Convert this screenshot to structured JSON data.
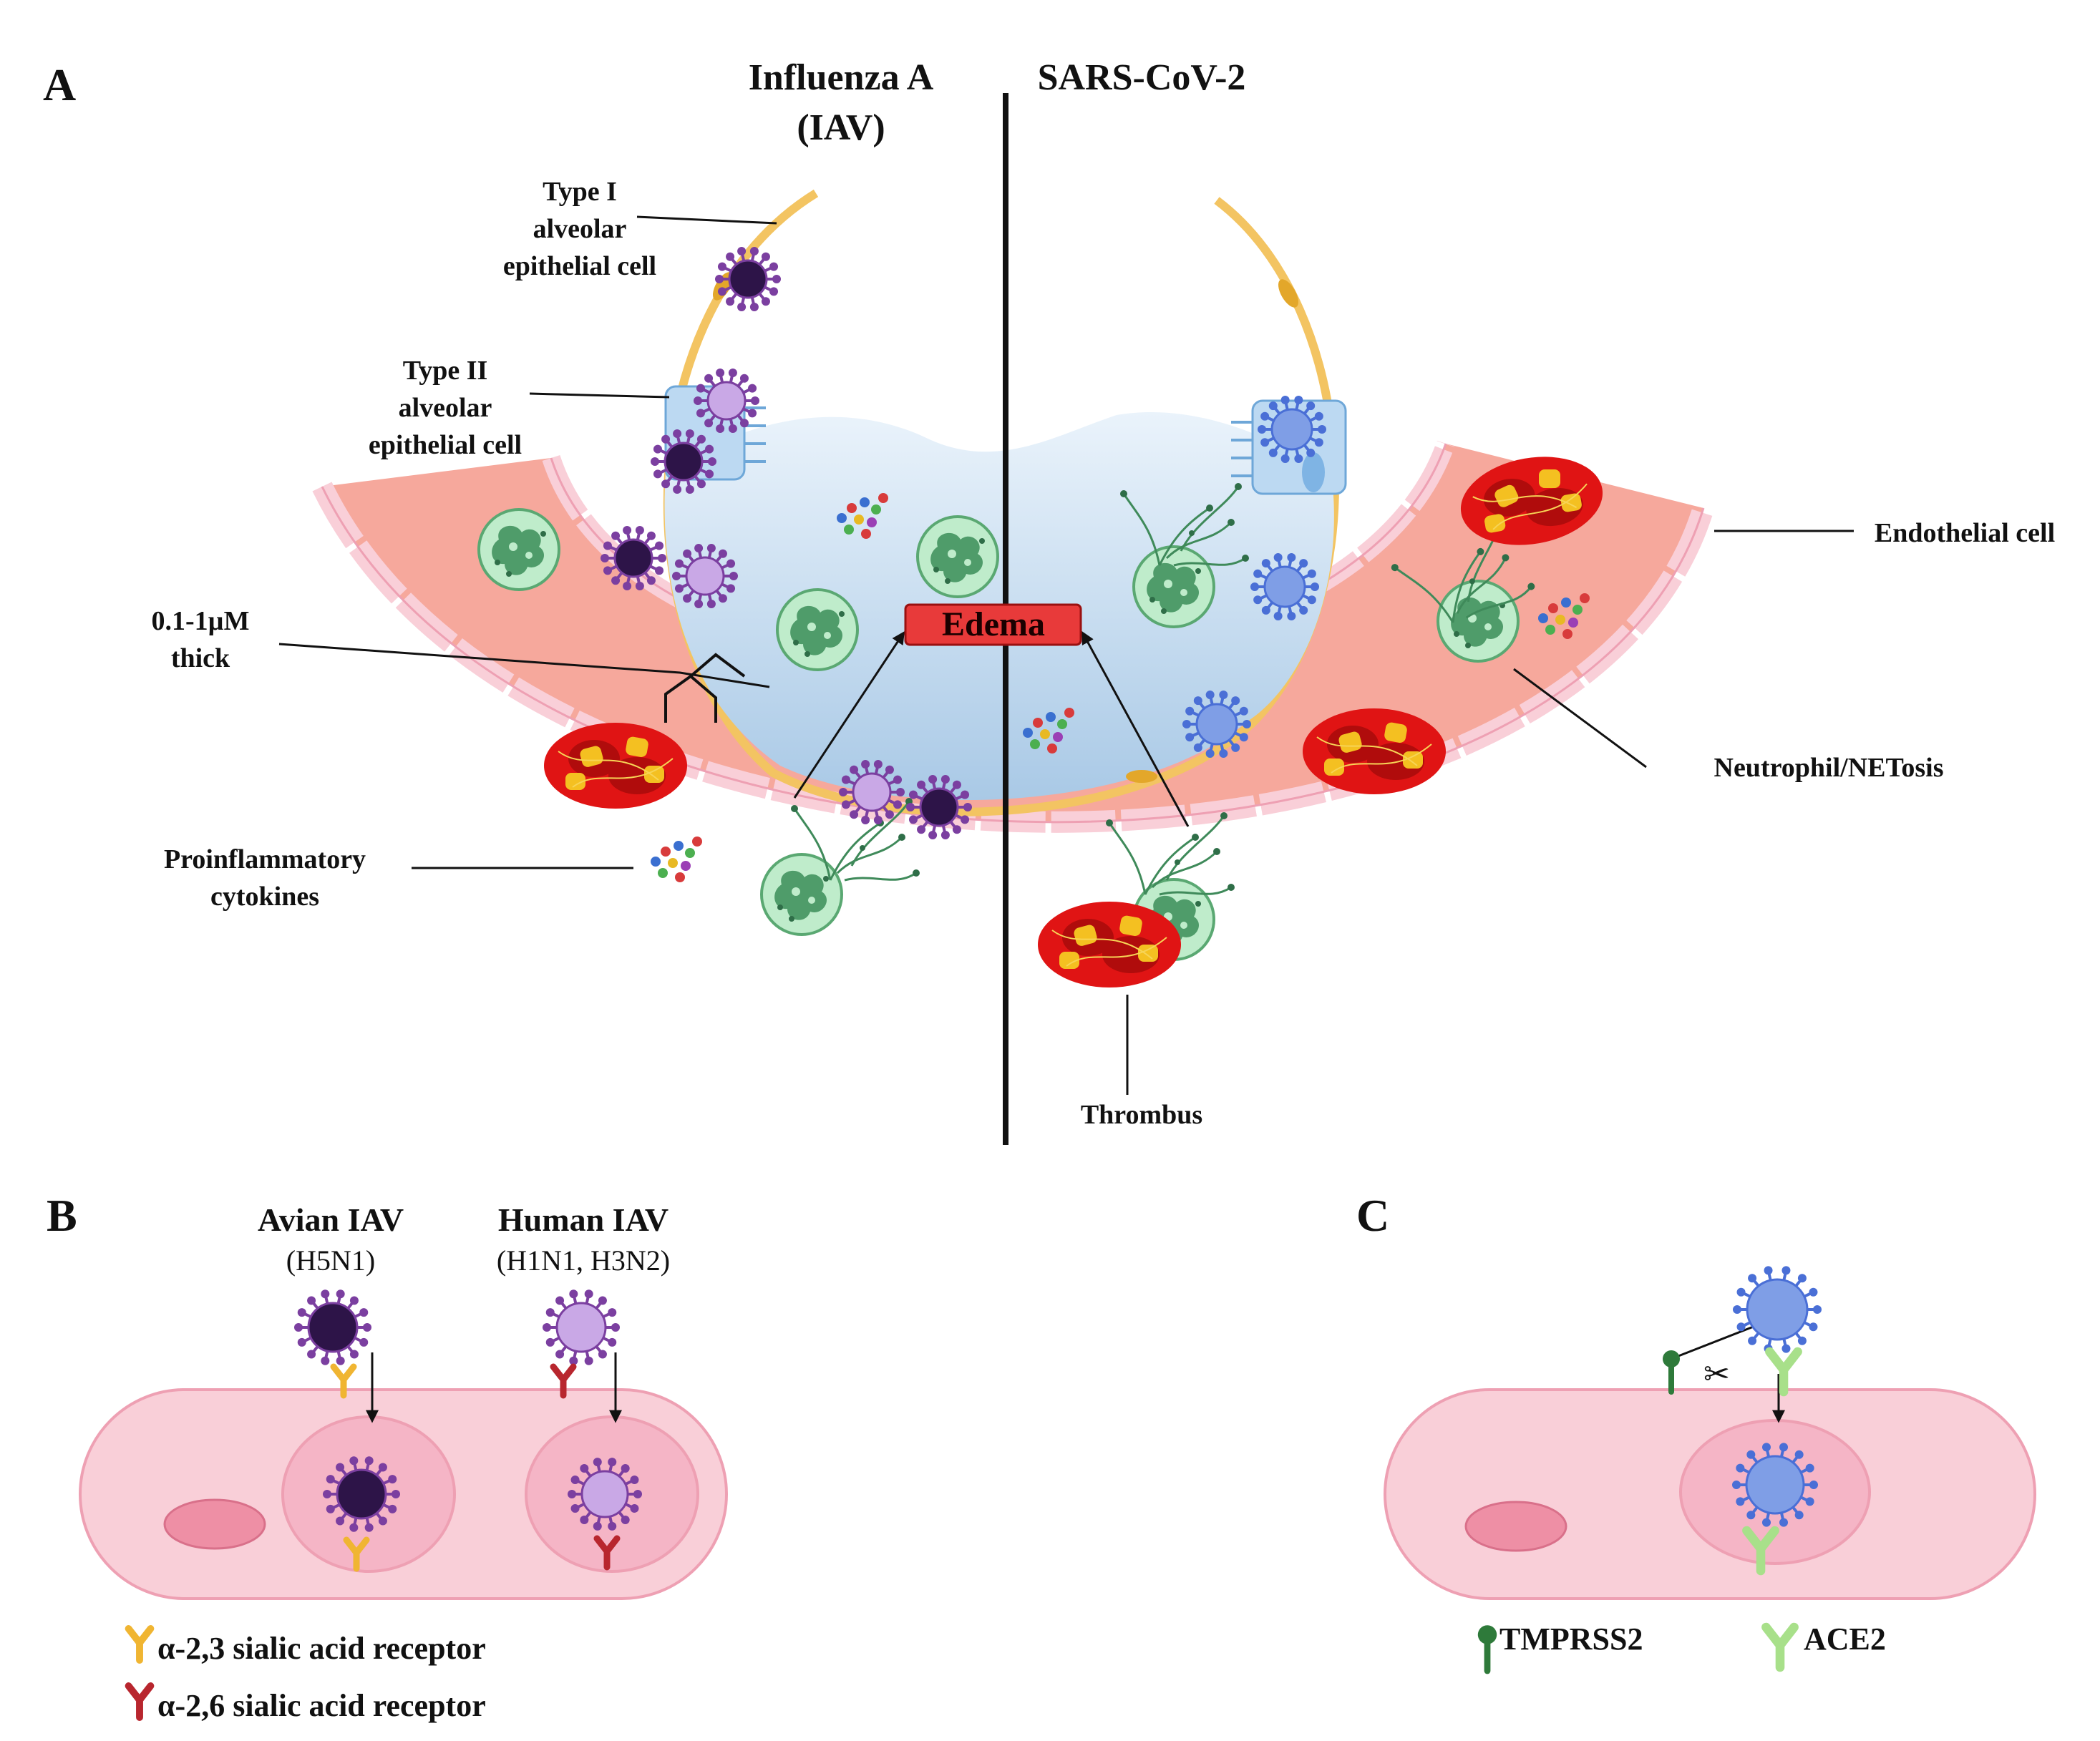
{
  "panels": {
    "a": {
      "letter": "A"
    },
    "b": {
      "letter": "B"
    },
    "c": {
      "letter": "C"
    }
  },
  "panel_a": {
    "title_left_line1": "Influenza A",
    "title_left_line2": "(IAV)",
    "title_right": "SARS-CoV-2",
    "edema": "Edema",
    "type1": [
      "Type I",
      "alveolar",
      "epithelial cell"
    ],
    "type2": [
      "Type II",
      "alveolar",
      "epithelial cell"
    ],
    "thickness": [
      "0.1-1µM",
      "thick"
    ],
    "cytokines": [
      "Proinflammatory",
      "cytokines"
    ],
    "endothelial": "Endothelial cell",
    "neutrophil": "Neutrophil/NETosis",
    "thrombus": "Thrombus"
  },
  "panel_b": {
    "avian_title": "Avian IAV",
    "avian_sub": "(H5N1)",
    "human_title": "Human IAV",
    "human_sub": "(H1N1, H3N2)",
    "legend_a23": "α-2,3 sialic acid receptor",
    "legend_a26": "α-2,6 sialic acid receptor"
  },
  "panel_c": {
    "legend_tmprss2": "TMPRSS2",
    "legend_ace2": "ACE2",
    "scissors": "✂"
  },
  "colors": {
    "avian_virus": "#2d1448",
    "avian_spike": "#7b3fa0",
    "human_virus": "#c9a8e6",
    "sars_virus": "#7f9ee6",
    "sars_spike": "#4a6fd6",
    "vessel": "#f6a89c",
    "endothelium": "#f9cfd8",
    "alveolar_fluid": "#c5dcef",
    "epithelium": "#f3c462",
    "neutrophil": "#bfeccb",
    "rbc": "#e01414",
    "edema": "#e83a3a",
    "receptor_a23": "#f0b532",
    "receptor_a26": "#b8262e",
    "tmprss2": "#2e7a3a",
    "ace2": "#a8e08a"
  }
}
